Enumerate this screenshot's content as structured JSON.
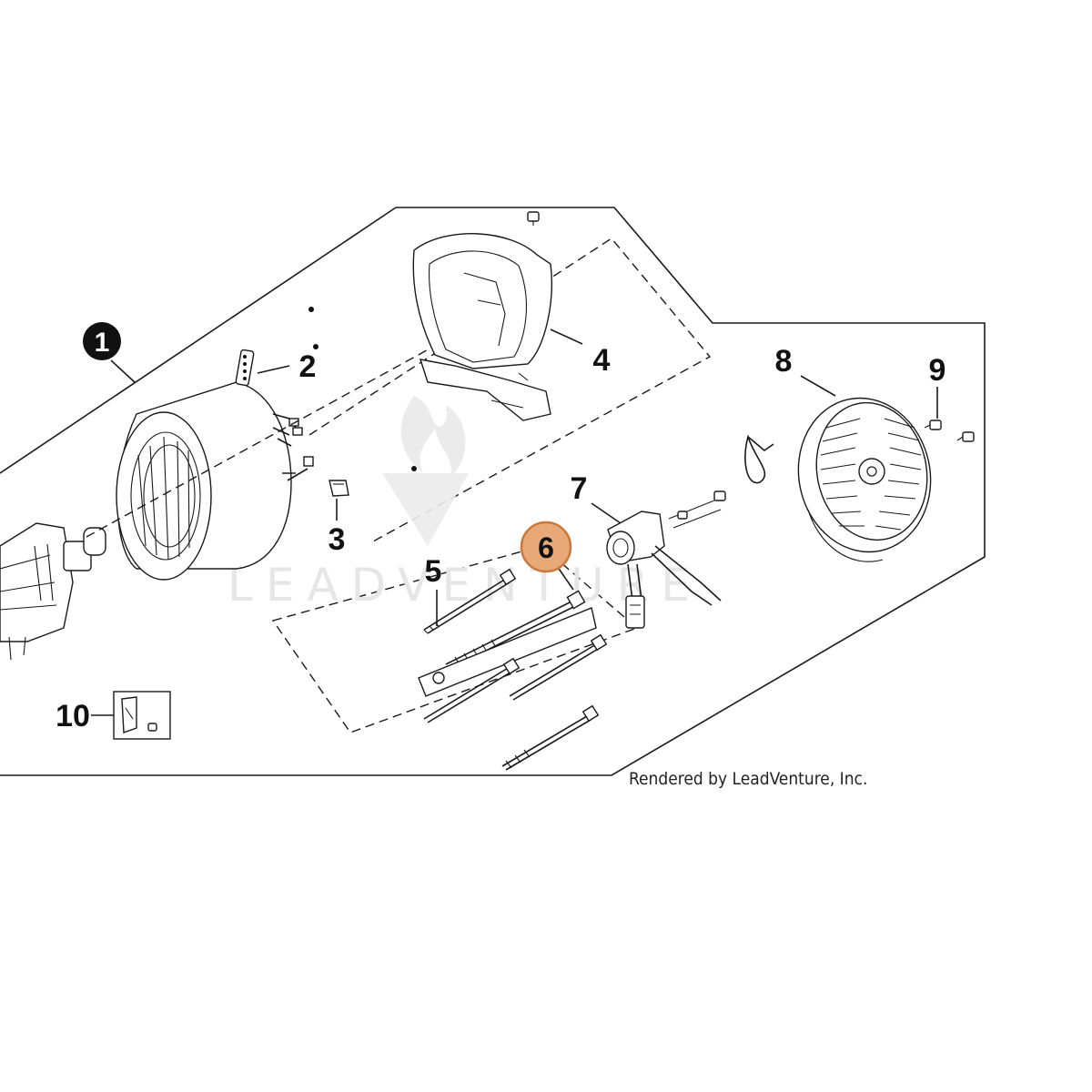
{
  "diagram": {
    "callouts": [
      {
        "id": "1",
        "style": "filled-black"
      },
      {
        "id": "2",
        "style": "plain"
      },
      {
        "id": "3",
        "style": "plain"
      },
      {
        "id": "4",
        "style": "plain"
      },
      {
        "id": "5",
        "style": "plain"
      },
      {
        "id": "6",
        "style": "highlighted",
        "highlight_color": "#E8A878",
        "highlight_border": "#C97A3A"
      },
      {
        "id": "7",
        "style": "plain"
      },
      {
        "id": "8",
        "style": "plain"
      },
      {
        "id": "9",
        "style": "plain"
      },
      {
        "id": "10",
        "style": "plain"
      }
    ],
    "credit": "Rendered by LeadVenture, Inc.",
    "watermark": "LEADVENTURE",
    "colors": {
      "line": "#1a1a1a",
      "highlight": "#E8A878",
      "watermark": "#e6e6e6"
    }
  }
}
